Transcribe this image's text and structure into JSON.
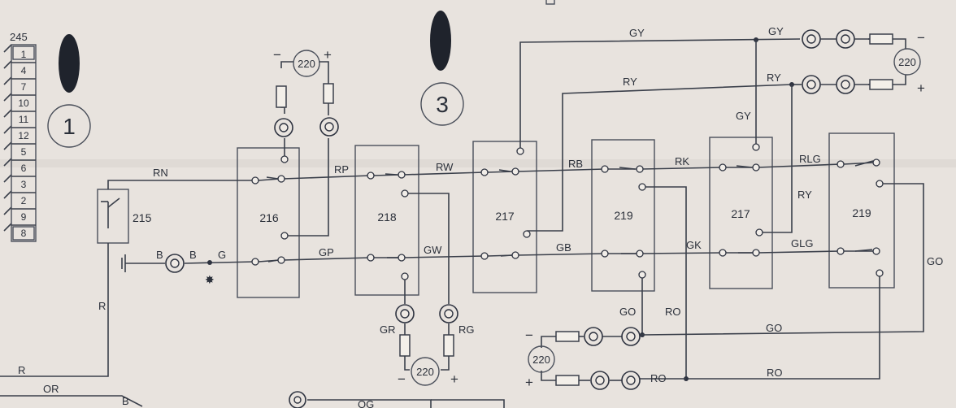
{
  "connector": {
    "header": "245",
    "pins": [
      "1",
      "4",
      "7",
      "10",
      "11",
      "12",
      "5",
      "6",
      "3",
      "2",
      "9",
      "8"
    ]
  },
  "markers": {
    "one": "1",
    "three": "3"
  },
  "components": {
    "c215": "215",
    "c216": "216",
    "c218": "218",
    "c217a": "217",
    "c219a": "219",
    "c217b": "217",
    "c219b": "219"
  },
  "wires": {
    "rn": "RN",
    "rp": "RP",
    "rw": "RW",
    "rb": "RB",
    "rk": "RK",
    "rlg": "RLG",
    "gp": "GP",
    "gw": "GW",
    "gb": "GB",
    "gk": "GK",
    "glg": "GLG",
    "gy_top": "GY",
    "gy_right": "GY",
    "gy_vert": "GY",
    "ry_mid": "RY",
    "ry_right": "RY",
    "ry_vert": "RY",
    "b1": "B",
    "b2": "B",
    "g": "G",
    "r_vert": "R",
    "r_bottom": "R",
    "or": "OR",
    "b_bottom": "B",
    "og": "OG",
    "gr": "GR",
    "rg": "RG",
    "go_vert": "GO",
    "ro_vert": "RO",
    "go_mid": "GO",
    "ro_bottom_left": "RO",
    "ro_bottom": "RO",
    "go_right": "GO"
  },
  "gauges": {
    "top_left": {
      "value": "220",
      "minus": "−",
      "plus": "+"
    },
    "top_right": {
      "value": "220",
      "minus": "−",
      "plus": "+"
    },
    "bottom_center": {
      "value": "220",
      "minus": "−",
      "plus": "+"
    },
    "bottom_right": {
      "value": "220",
      "minus": "−",
      "plus": "+"
    }
  },
  "misc": {
    "star": "✸"
  }
}
